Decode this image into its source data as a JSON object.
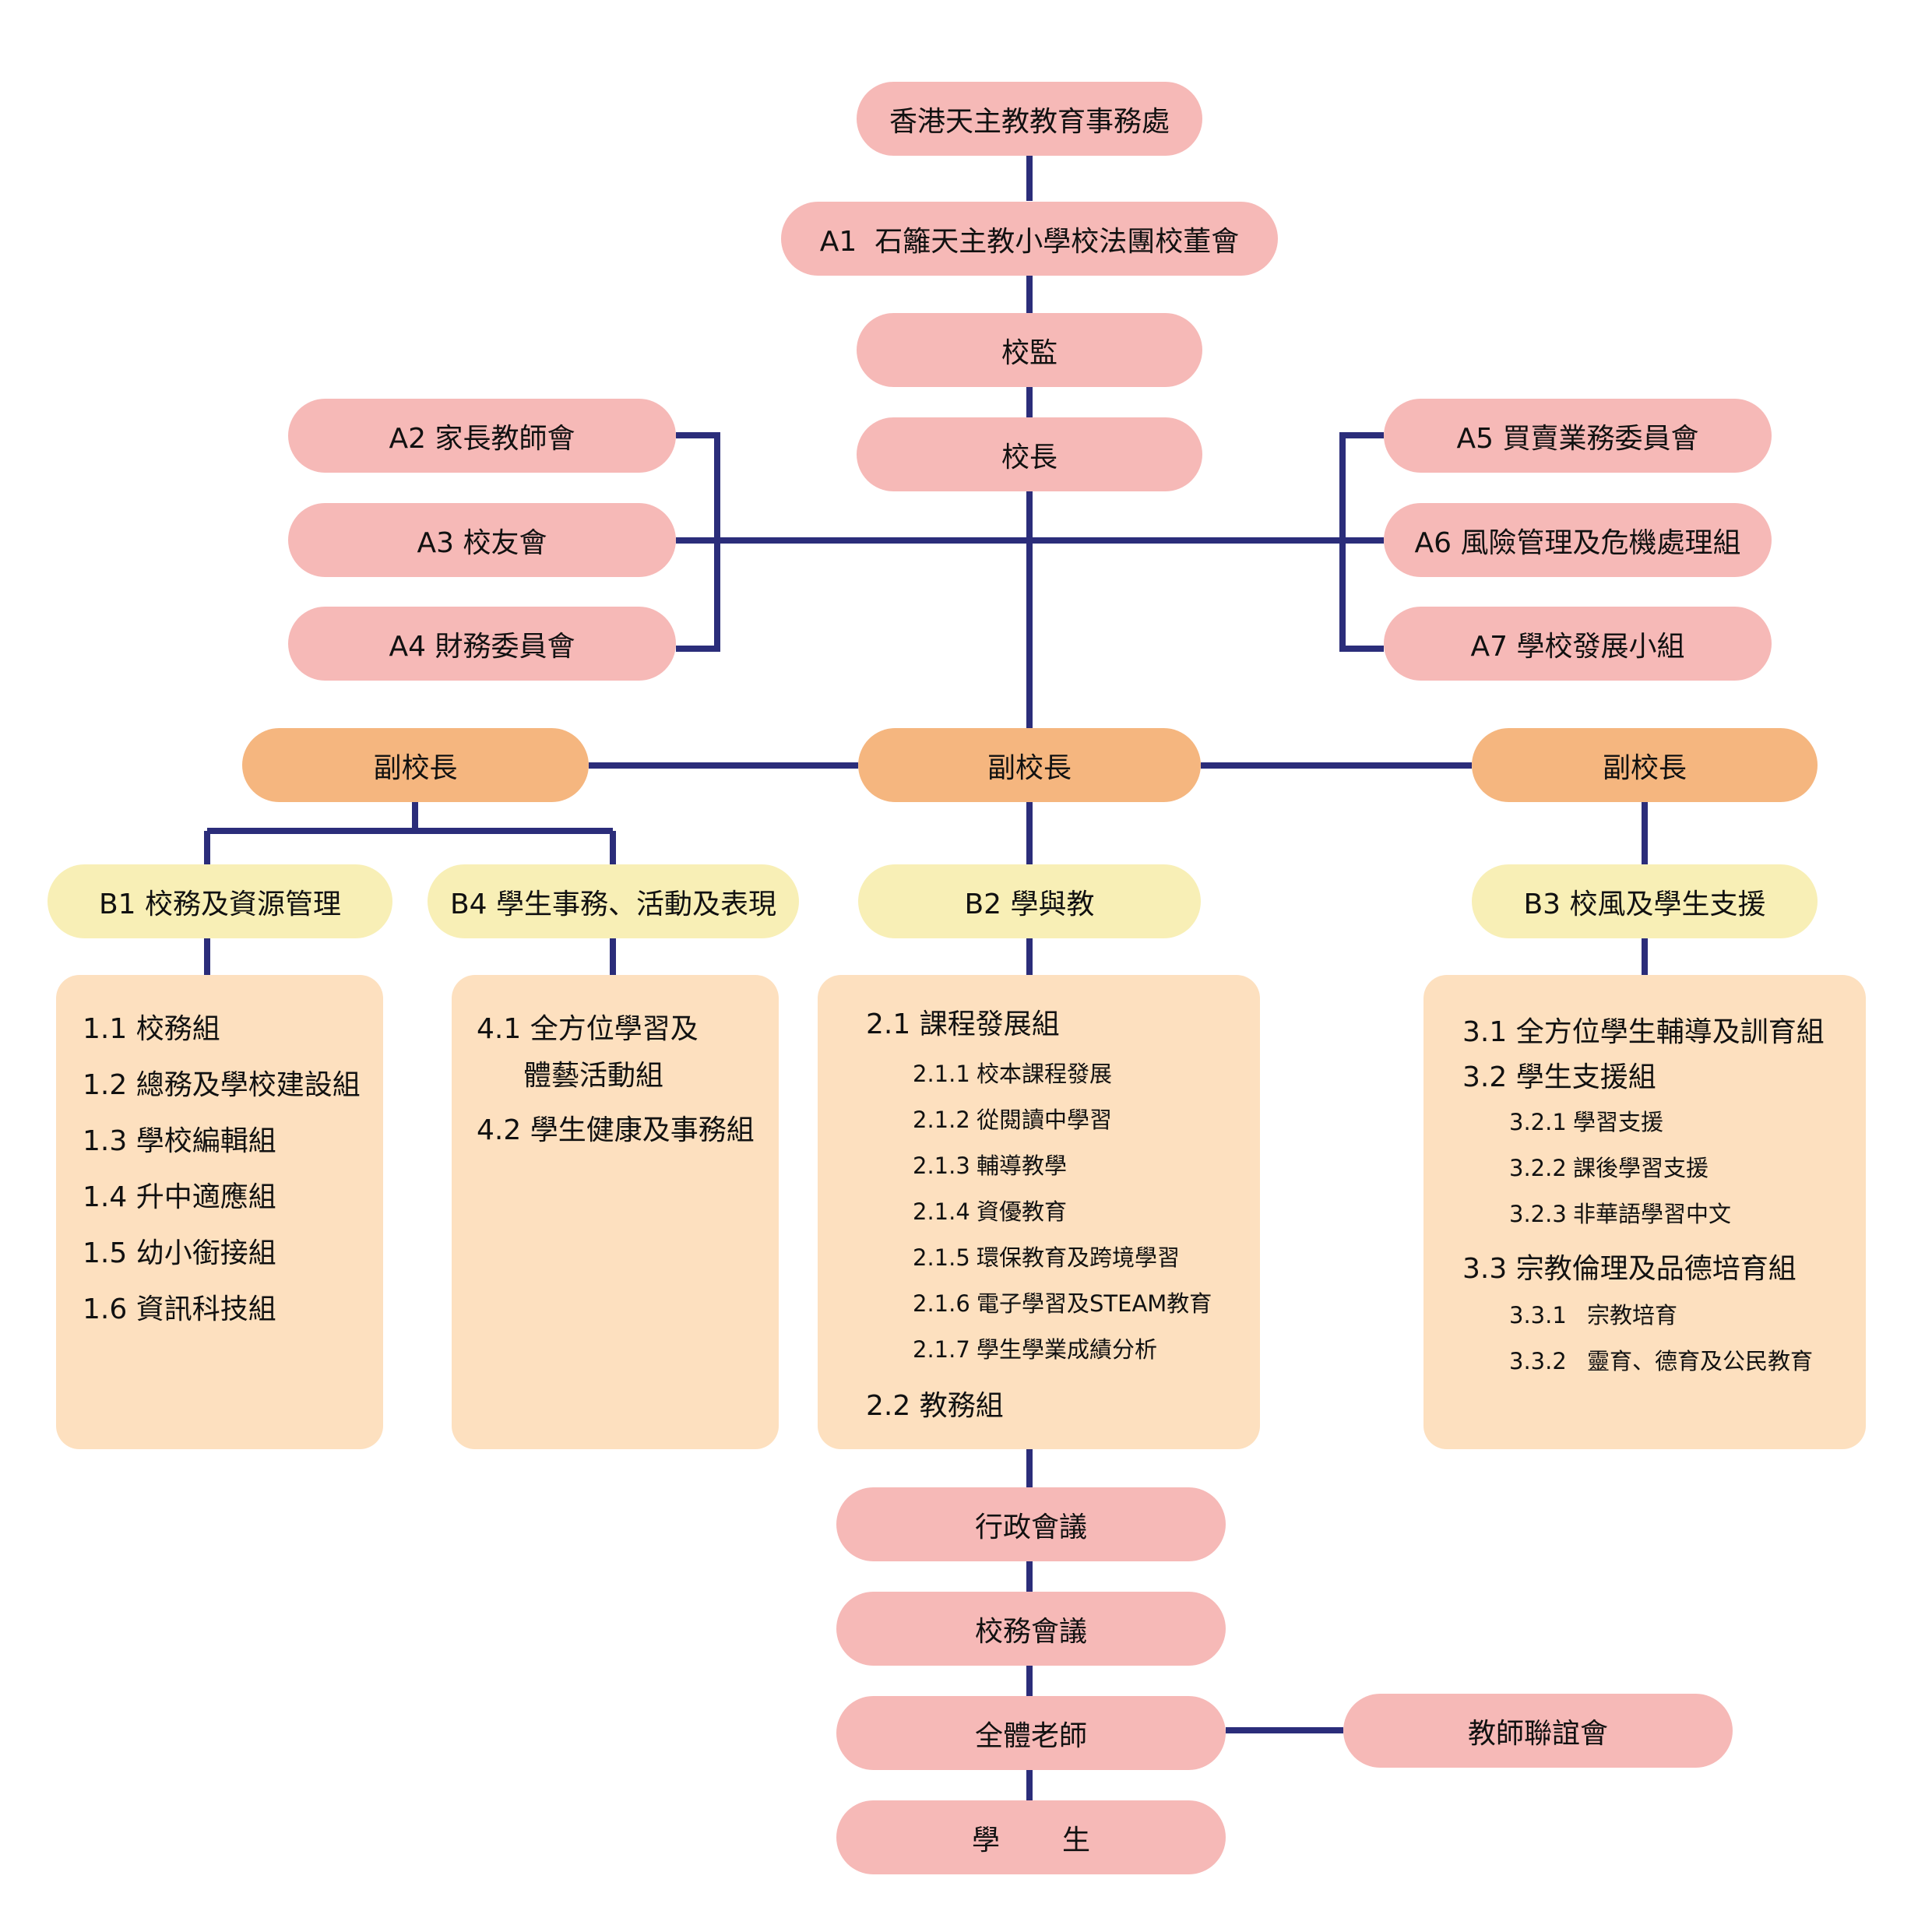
{
  "top": {
    "office": "香港天主教教育事務處",
    "board": "A1  石籬天主教小學校法團校董會",
    "supervisor": "校監",
    "principal": "校長"
  },
  "left_committees": [
    "A2 家長教師會",
    "A3 校友會",
    "A4 財務委員會"
  ],
  "right_committees": [
    "A5 買賣業務委員會",
    "A6 風險管理及危機處理組",
    "A7 學校發展小組"
  ],
  "vice_principals": [
    "副校長",
    "副校長",
    "副校長"
  ],
  "domains": {
    "b1": "B1 校務及資源管理",
    "b4": "B4 學生事務、活動及表現",
    "b2": "B2 學與教",
    "b3": "B3 校風及學生支援"
  },
  "b1_groups": [
    "1.1 校務組",
    "1.2 總務及學校建設組",
    "1.3 學校編輯組",
    "1.4 升中適應組",
    "1.5 幼小銜接組",
    "1.6 資訊科技組"
  ],
  "b4_groups": {
    "g41_line1": "4.1 全方位學習及",
    "g41_line2": "體藝活動組",
    "g42": "4.2 學生健康及事務組"
  },
  "b2_groups": {
    "g21": "2.1 課程發展組",
    "g21_items": [
      {
        "num": "2.1.1",
        "label": "校本課程發展"
      },
      {
        "num": "2.1.2",
        "label": "從閱讀中學習"
      },
      {
        "num": "2.1.3",
        "label": "輔導教學"
      },
      {
        "num": "2.1.4",
        "label": "資優教育"
      },
      {
        "num": "2.1.5",
        "label": "環保教育及跨境學習"
      },
      {
        "num": "2.1.6",
        "label": "電子學習及STEAM教育"
      },
      {
        "num": "2.1.7",
        "label": "學生學業成績分析"
      }
    ],
    "g22": "2.2 教務組"
  },
  "b3_groups": {
    "g31": "3.1 全方位學生輔導及訓育組",
    "g32": "3.2 學生支援組",
    "g32_items": [
      {
        "num": "3.2.1",
        "label": "學習支援"
      },
      {
        "num": "3.2.2",
        "label": "課後學習支援"
      },
      {
        "num": "3.2.3",
        "label": "非華語學習中文"
      }
    ],
    "g33": "3.3 宗教倫理及品德培育組",
    "g33_items": [
      {
        "num": "3.3.1",
        "label": "宗教培育"
      },
      {
        "num": "3.3.2",
        "label": "靈育、德育及公民教育"
      }
    ]
  },
  "bottom": {
    "admin_meeting": "行政會議",
    "school_meeting": "校務會議",
    "all_teachers": "全體老師",
    "teachers_association": "教師聯誼會",
    "students_1": "學",
    "students_2": "生"
  },
  "colors": {
    "line": "#2b2d7a",
    "pink": "#f6b9b7",
    "orange": "#f5b67f",
    "yellow": "#f8efb6",
    "panel": "#fde0bf"
  }
}
